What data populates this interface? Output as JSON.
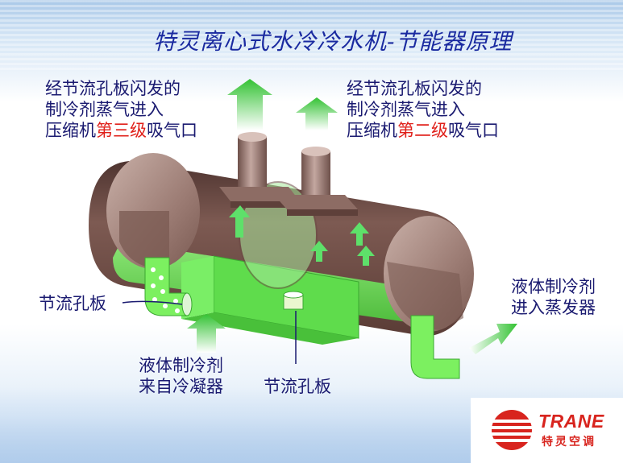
{
  "title": "特灵离心式水冷冷水机-节能器原理",
  "left_top": {
    "line1": "经节流孔板闪发的",
    "line2": "制冷剂蒸气进入",
    "line3_pre": "压缩机",
    "line3_highlight": "第三级",
    "line3_post": "吸气口"
  },
  "right_top": {
    "line1": "经节流孔板闪发的",
    "line2": "制冷剂蒸气进入",
    "line3_pre": "压缩机",
    "line3_highlight": "第二级",
    "line3_post": "吸气口"
  },
  "left_orifice": "节流孔板",
  "center_orifice": "节流孔板",
  "liquid_in": {
    "line1": "液体制冷剂",
    "line2": "来自冷凝器"
  },
  "liquid_out": {
    "line1": "液体制冷剂",
    "line2": "进入蒸发器"
  },
  "logo": {
    "word": "TRANE",
    "chinese": "特灵空调"
  },
  "colors": {
    "title": "#1a2aa0",
    "text": "#1a1a70",
    "highlight": "#e0201a",
    "liquid": "#6ee85a",
    "vessel": "#6b4a44",
    "brand": "#d8241e"
  },
  "icons": [
    "up-arrow-icon",
    "right-arrow-icon",
    "trane-logo-icon"
  ]
}
